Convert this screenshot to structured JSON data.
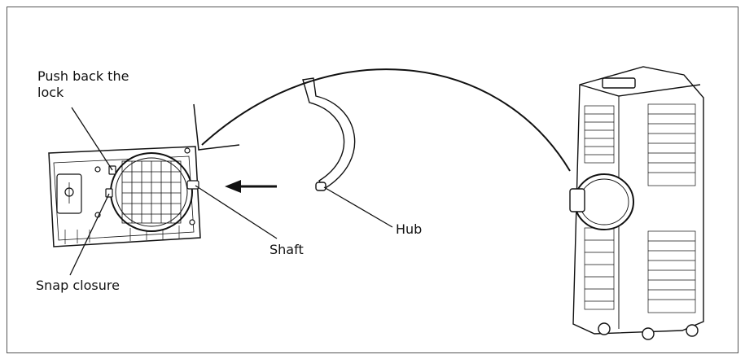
{
  "labels": {
    "push_back_line1": "Push back the",
    "push_back_line2": "lock",
    "snap_closure": "Snap closure",
    "shaft": "Shaft",
    "hub": "Hub"
  },
  "colors": {
    "line": "#111111",
    "frame": "#555555"
  }
}
